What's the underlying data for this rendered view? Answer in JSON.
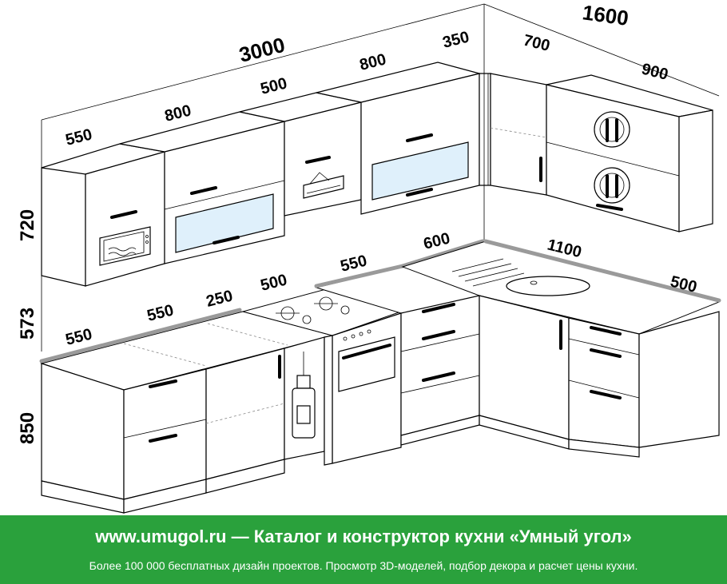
{
  "dimensions": {
    "total_width": "3000",
    "side_width": "1600",
    "upper_550": "550",
    "upper_800a": "800",
    "upper_500": "500",
    "upper_800b": "800",
    "upper_350": "350",
    "upper_700": "700",
    "upper_900": "900",
    "height_720": "720",
    "height_573": "573",
    "height_850": "850",
    "lower_550a": "550",
    "lower_550b": "550",
    "lower_250": "250",
    "lower_500": "500",
    "lower_550c": "550",
    "lower_600": "600",
    "lower_1100": "1100",
    "lower_500b": "500"
  },
  "footer": {
    "title": "www.umugol.ru — Каталог и конструктор кухни «Умный угол»",
    "subtitle": "Более 100 000 бесплатных дизайн проектов. Просмотр 3D-моделей, подбор декора и расчет цены кухни."
  },
  "colors": {
    "footer_bg": "#2aa13c",
    "glass": "#dff0fb",
    "countertop_edge": "#9a9a9a"
  },
  "icons": [
    "microwave-icon",
    "range-hood-icon",
    "cutlery-plate-icon",
    "bottle-icon",
    "gas-burner-icon",
    "sink-icon"
  ]
}
